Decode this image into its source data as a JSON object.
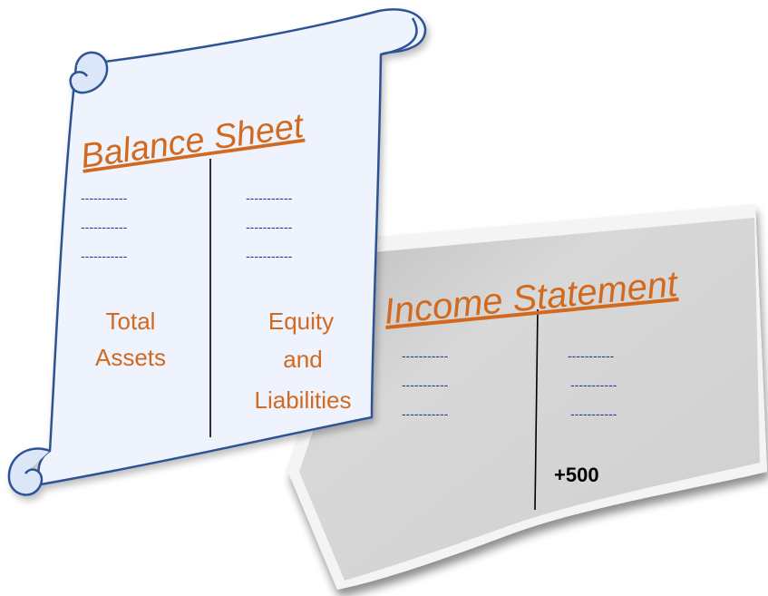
{
  "colors": {
    "heading": "#D2691E",
    "label": "#D2691E",
    "dash": "#1F3A93",
    "scroll_fill": "#EEF3FD",
    "scroll_outline": "#2E5395",
    "paper_fill": "#D6D6D6",
    "divider": "#000000",
    "figure": "#000000"
  },
  "balance_sheet": {
    "title": "Balance Sheet",
    "left": {
      "lines": [
        "-----------",
        "-----------",
        "-----------"
      ],
      "total_line1": "Total",
      "total_line2": "Assets"
    },
    "right": {
      "lines": [
        "-----------",
        "-----------",
        "-----------"
      ],
      "total_line1": "Equity",
      "total_line2": "and",
      "total_line3": "Liabilities"
    }
  },
  "income_statement": {
    "title": "Income Statement",
    "left": {
      "lines": [
        "-----------",
        "-----------",
        "-----------"
      ]
    },
    "right": {
      "lines": [
        "-----------",
        "-----------",
        "-----------"
      ]
    },
    "figure": "+500"
  }
}
